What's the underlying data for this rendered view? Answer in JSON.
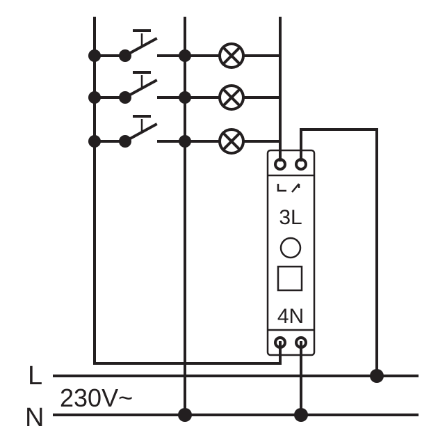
{
  "labels": {
    "line": "L",
    "neutral": "N",
    "voltage": "230V~",
    "relay_top": "3L",
    "relay_bottom": "4N"
  },
  "components": {
    "pushbuttons": 3,
    "lamps": 3,
    "relay": 1
  },
  "colors": {
    "ink": "#231f20",
    "background": "#ffffff"
  }
}
